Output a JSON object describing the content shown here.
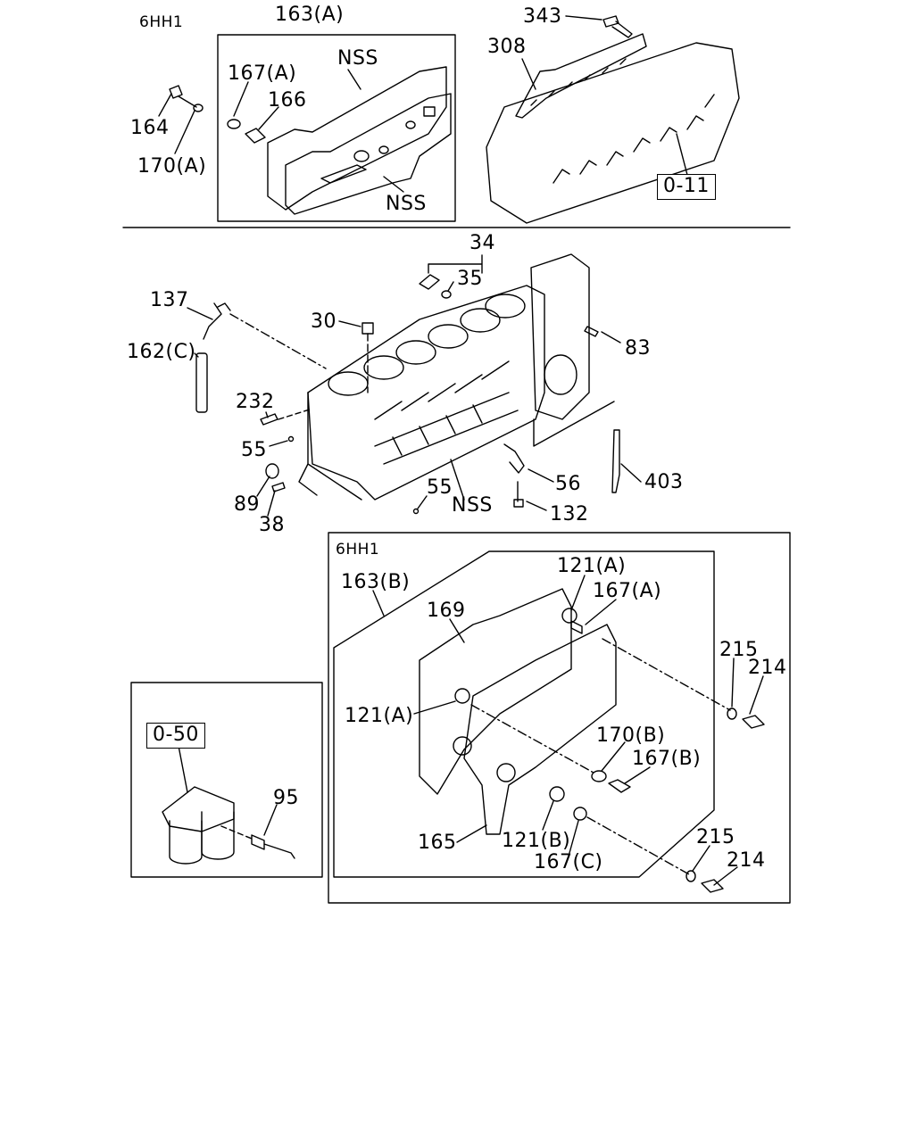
{
  "diagram": {
    "labels": {
      "eng_top": "6HH1",
      "p163a": "163(A)",
      "p343": "343",
      "p308": "308",
      "p167a_top": "167(A)",
      "nss_top": "NSS",
      "p166": "166",
      "p164": "164",
      "p170a": "170(A)",
      "nss_plate": "NSS",
      "ref011": "0-11",
      "p34": "34",
      "p35": "35",
      "p137": "137",
      "p30": "30",
      "p83": "83",
      "p162c": "162(C)",
      "p232": "232",
      "p55a": "55",
      "p89": "89",
      "p38": "38",
      "p55b": "55",
      "nss_block": "NSS",
      "p56": "56",
      "p403": "403",
      "p132": "132",
      "eng_bottom": "6HH1",
      "p163b": "163(B)",
      "p121a_top": "121(A)",
      "p167a_mid": "167(A)",
      "p169": "169",
      "p215_top": "215",
      "p214_top": "214",
      "p121a_mid": "121(A)",
      "p170b": "170(B)",
      "p167b": "167(B)",
      "ref050": "0-50",
      "p95": "95",
      "p165": "165",
      "p121b": "121(B)",
      "p167c": "167(C)",
      "p215_bot": "215",
      "p214_bot": "214"
    }
  }
}
